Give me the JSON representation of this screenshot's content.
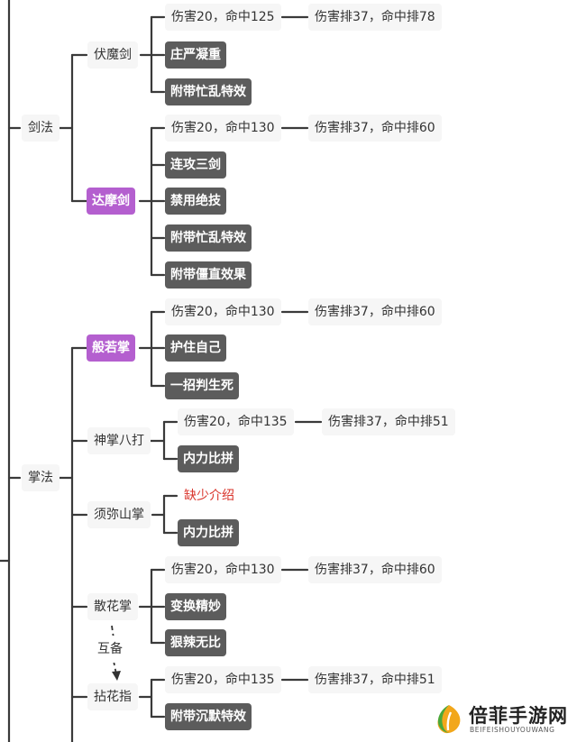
{
  "categories": {
    "sword": "剑法",
    "palm": "掌法"
  },
  "skills": {
    "fumo": "伏魔剑",
    "damo": "达摩剑",
    "bore": "般若掌",
    "shenzhang": "神掌八打",
    "xumi": "须弥山掌",
    "sanhua": "散花掌",
    "nianhua": "拈花指"
  },
  "stats": {
    "fumo_dmg": "伤害20，命中125",
    "fumo_rank": "伤害排37，命中排78",
    "damo_dmg": "伤害20，命中130",
    "damo_rank": "伤害排37，命中排60",
    "bore_dmg": "伤害20，命中130",
    "bore_rank": "伤害排37，命中排60",
    "shenzhang_dmg": "伤害20，命中135",
    "shenzhang_rank": "伤害排37，命中排51",
    "sanhua_dmg": "伤害20，命中130",
    "sanhua_rank": "伤害排37，命中排60",
    "nianhua_dmg": "伤害20，命中135",
    "nianhua_rank": "伤害排37，命中排51"
  },
  "effects": {
    "fumo_1": "庄严凝重",
    "fumo_2": "附带忙乱特效",
    "damo_1": "连攻三剑",
    "damo_2": "禁用绝技",
    "damo_3": "附带忙乱特效",
    "damo_4": "附带僵直效果",
    "bore_1": "护住自己",
    "bore_2": "一招判生死",
    "shenzhang_1": "内力比拼",
    "xumi_missing": "缺少介绍",
    "xumi_1": "内力比拼",
    "sanhua_1": "变换精妙",
    "sanhua_2": "狠辣无比",
    "nianhua_1": "附带沉默特效"
  },
  "relation_label": "互备",
  "watermark": {
    "title": "倍菲手游网",
    "subtitle": "BEIFEISHOUYOUWANG"
  },
  "colors": {
    "highlight_node": "#b45fcf",
    "effect_node": "#5c5c5c",
    "missing_text": "#d9342b",
    "connector": "#333333"
  }
}
